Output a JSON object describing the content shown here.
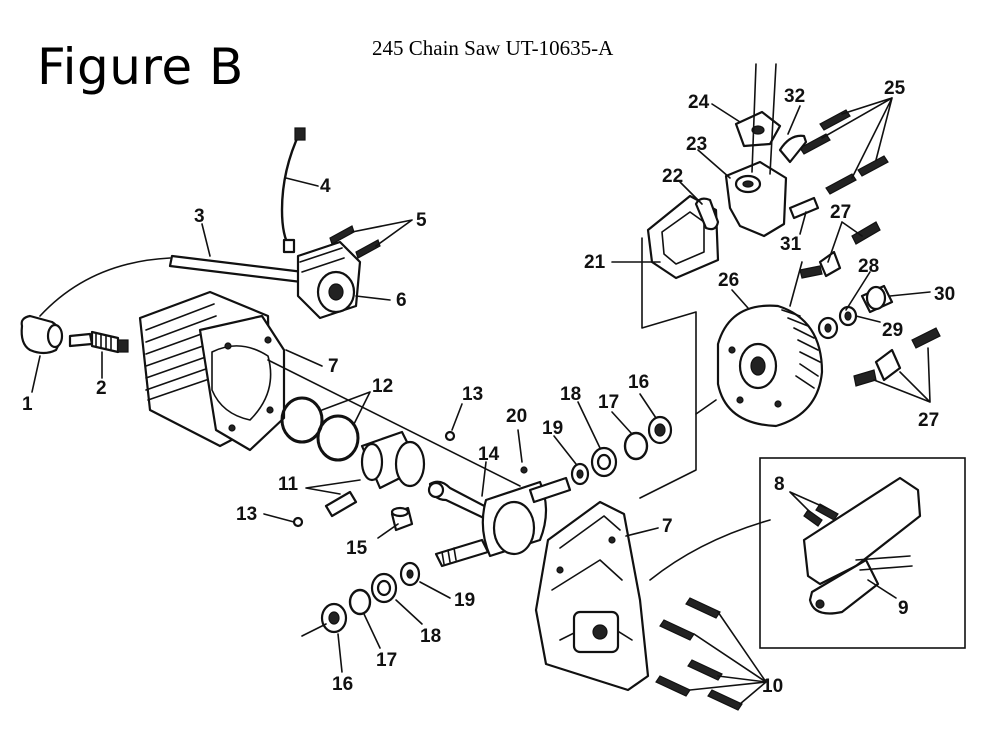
{
  "figure_label": "Figure B",
  "caption": "245 Chain Saw UT-10635-A",
  "callouts": {
    "c1": "1",
    "c2": "2",
    "c3": "3",
    "c4": "4",
    "c5": "5",
    "c6": "6",
    "c7a": "7",
    "c7b": "7",
    "c8": "8",
    "c9": "9",
    "c10": "10",
    "c11": "11",
    "c12": "12",
    "c13a": "13",
    "c13b": "13",
    "c14": "14",
    "c15": "15",
    "c16a": "16",
    "c16b": "16",
    "c17a": "17",
    "c17b": "17",
    "c18a": "18",
    "c18b": "18",
    "c19a": "19",
    "c19b": "19",
    "c20": "20",
    "c21": "21",
    "c22": "22",
    "c23": "23",
    "c24": "24",
    "c25": "25",
    "c26": "26",
    "c27a": "27",
    "c27b": "27",
    "c28": "28",
    "c29": "29",
    "c30": "30",
    "c31": "31",
    "c32": "32"
  }
}
